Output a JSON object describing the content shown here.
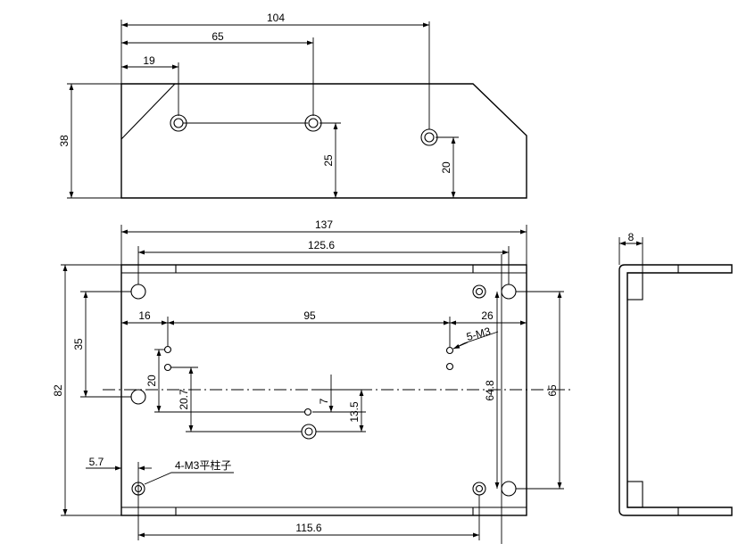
{
  "top_view": {
    "dims": {
      "d104": "104",
      "d65": "65",
      "d19": "19",
      "d38": "38",
      "d25": "25",
      "d20": "20"
    }
  },
  "front_view": {
    "dims": {
      "d137": "137",
      "d125_6": "125.6",
      "d16": "16",
      "d95": "95",
      "d26": "26",
      "d35": "35",
      "d82": "82",
      "d20": "20",
      "d20_7": "20.7",
      "d7": "7",
      "d13_5": "13.5",
      "d64_8": "64.8",
      "d65": "65",
      "d5_7": "5.7",
      "d115_6": "115.6"
    },
    "notes": {
      "m3_holes": "5-M3",
      "standoffs": "4-M3平柱子"
    }
  },
  "side_view": {
    "dims": {
      "d8": "8"
    }
  }
}
